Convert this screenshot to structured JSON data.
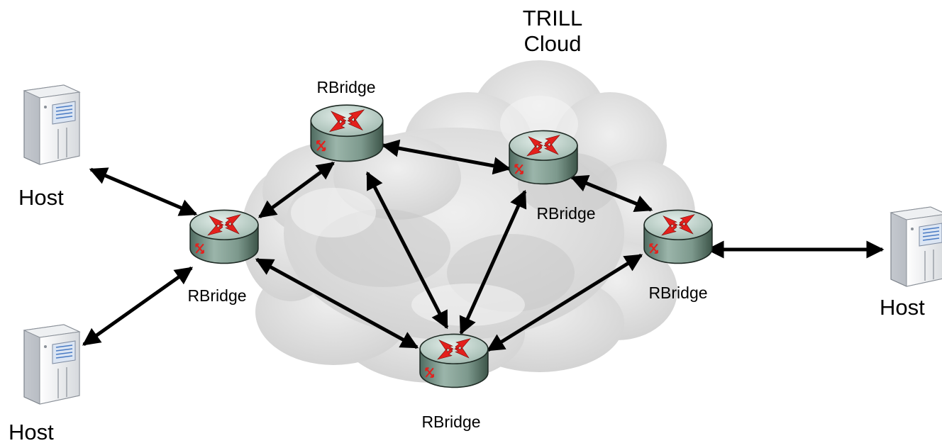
{
  "cloud": {
    "title": "TRILL\nCloud"
  },
  "nodes": {
    "host_top_left": "Host",
    "host_bottom_left": "Host",
    "host_right": "Host",
    "rbridge_left": "RBridge",
    "rbridge_top": "RBridge",
    "rbridge_mid": "RBridge",
    "rbridge_right": "RBridge",
    "rbridge_bottom": "RBridge"
  },
  "colors": {
    "cloud_fill": "#e4e4e4",
    "cloud_shade": "#d2d2d2",
    "router_body": "#7f9c90",
    "router_top": "#b8cec5",
    "router_arrows": "#e4201c",
    "link_color": "#000000"
  },
  "icons": {
    "router": "router-icon",
    "host": "server-tower-icon"
  }
}
